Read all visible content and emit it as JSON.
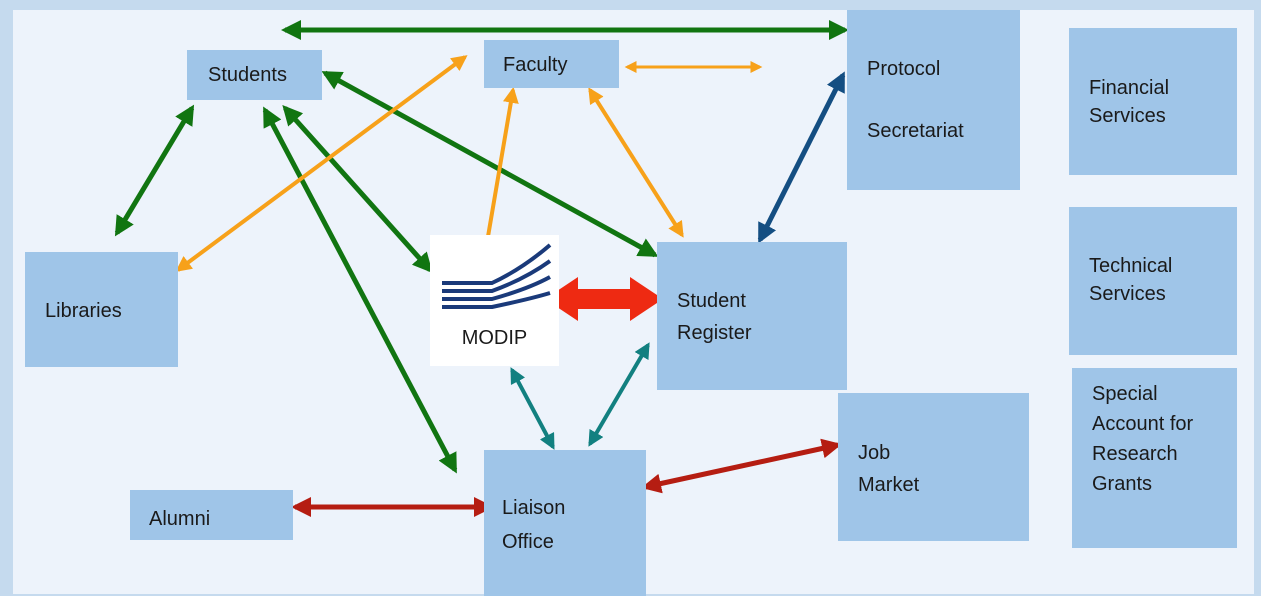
{
  "nodes": {
    "students": "Students",
    "faculty": "Faculty",
    "protocol": "Protocol",
    "secretariat": "Secretariat",
    "financial_1": "Financial",
    "financial_2": "Services",
    "technical_1": "Technical",
    "technical_2": "Services",
    "special_1": "Special",
    "special_2": "Account for",
    "special_3": "Research",
    "special_4": "Grants",
    "libraries": "Libraries",
    "modip": "MODIP",
    "student_register_1": "Student",
    "student_register_2": "Register",
    "job_market_1": "Job",
    "job_market_2": "Market",
    "alumni": "Alumni",
    "liaison_1": "Liaison",
    "liaison_2": "Office"
  },
  "colors": {
    "background": "#edf3fb",
    "border": "#c5daee",
    "box": "#9fc5e8",
    "green": "#117511",
    "orange": "#f7a11a",
    "dark_blue": "#144e82",
    "teal": "#128080",
    "dark_red": "#b51d12",
    "bright_red": "#ee2a12",
    "modip_logo": "#1a3a7a"
  },
  "icons": {
    "modip_logo": "modip-logo-icon"
  }
}
